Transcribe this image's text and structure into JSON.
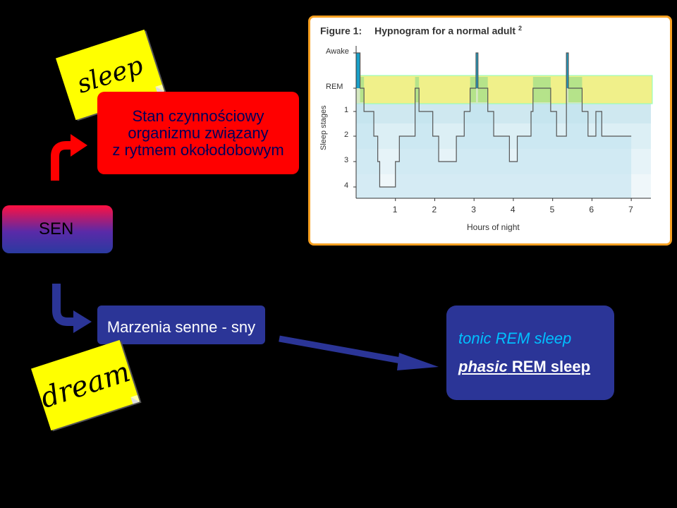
{
  "notes": {
    "sleep": "sleep",
    "dream": "dream"
  },
  "definition": {
    "line1": "Stan czynnościowy",
    "line2": "organizmu związany",
    "line3": "z rytmem okołodobowym"
  },
  "center": {
    "label": "SEN"
  },
  "dreams": {
    "label": "Marzenia senne - sny"
  },
  "rem": {
    "tonic": "tonic REM sleep",
    "phasic_word": "phasic",
    "phasic_rest": " REM sleep"
  },
  "figure": {
    "label": "Figure 1:",
    "title": "Hypnogram for a normal adult",
    "superscript": "2",
    "y_axis_label": "Sleep stages",
    "x_axis_label": "Hours of night",
    "stages": [
      "Awake",
      "REM",
      "1",
      "2",
      "3",
      "4"
    ],
    "hours": [
      "1",
      "2",
      "3",
      "4",
      "5",
      "6",
      "7"
    ]
  },
  "colors": {
    "red_box": "#ff0000",
    "blue_box": "#2b3597",
    "note": "#ffff00",
    "figure_border": "#f7a021",
    "rem_band": "#f0f08a"
  },
  "chart_data": {
    "type": "line",
    "title": "Hypnogram for a normal adult",
    "xlabel": "Hours of night",
    "ylabel": "Sleep stages",
    "xlim": [
      0,
      7.5
    ],
    "y_categories": [
      "Awake",
      "REM",
      "1",
      "2",
      "3",
      "4"
    ],
    "steps": [
      [
        0.0,
        "Awake"
      ],
      [
        0.1,
        "REM"
      ],
      [
        0.2,
        "1"
      ],
      [
        0.45,
        "2"
      ],
      [
        0.55,
        "3"
      ],
      [
        0.6,
        "4"
      ],
      [
        1.0,
        "3"
      ],
      [
        1.1,
        "2"
      ],
      [
        1.5,
        "REM"
      ],
      [
        1.6,
        "1"
      ],
      [
        1.95,
        "2"
      ],
      [
        2.1,
        "3"
      ],
      [
        2.55,
        "2"
      ],
      [
        2.75,
        "1"
      ],
      [
        2.9,
        "REM"
      ],
      [
        3.05,
        "Awake"
      ],
      [
        3.1,
        "REM"
      ],
      [
        3.35,
        "1"
      ],
      [
        3.5,
        "2"
      ],
      [
        3.9,
        "3"
      ],
      [
        4.1,
        "2"
      ],
      [
        4.45,
        "1"
      ],
      [
        4.5,
        "REM"
      ],
      [
        4.95,
        "1"
      ],
      [
        5.1,
        "2"
      ],
      [
        5.35,
        "Awake"
      ],
      [
        5.4,
        "REM"
      ],
      [
        5.75,
        "1"
      ],
      [
        5.9,
        "2"
      ],
      [
        6.1,
        "1"
      ],
      [
        6.25,
        "2"
      ],
      [
        7.0,
        "2"
      ]
    ]
  }
}
